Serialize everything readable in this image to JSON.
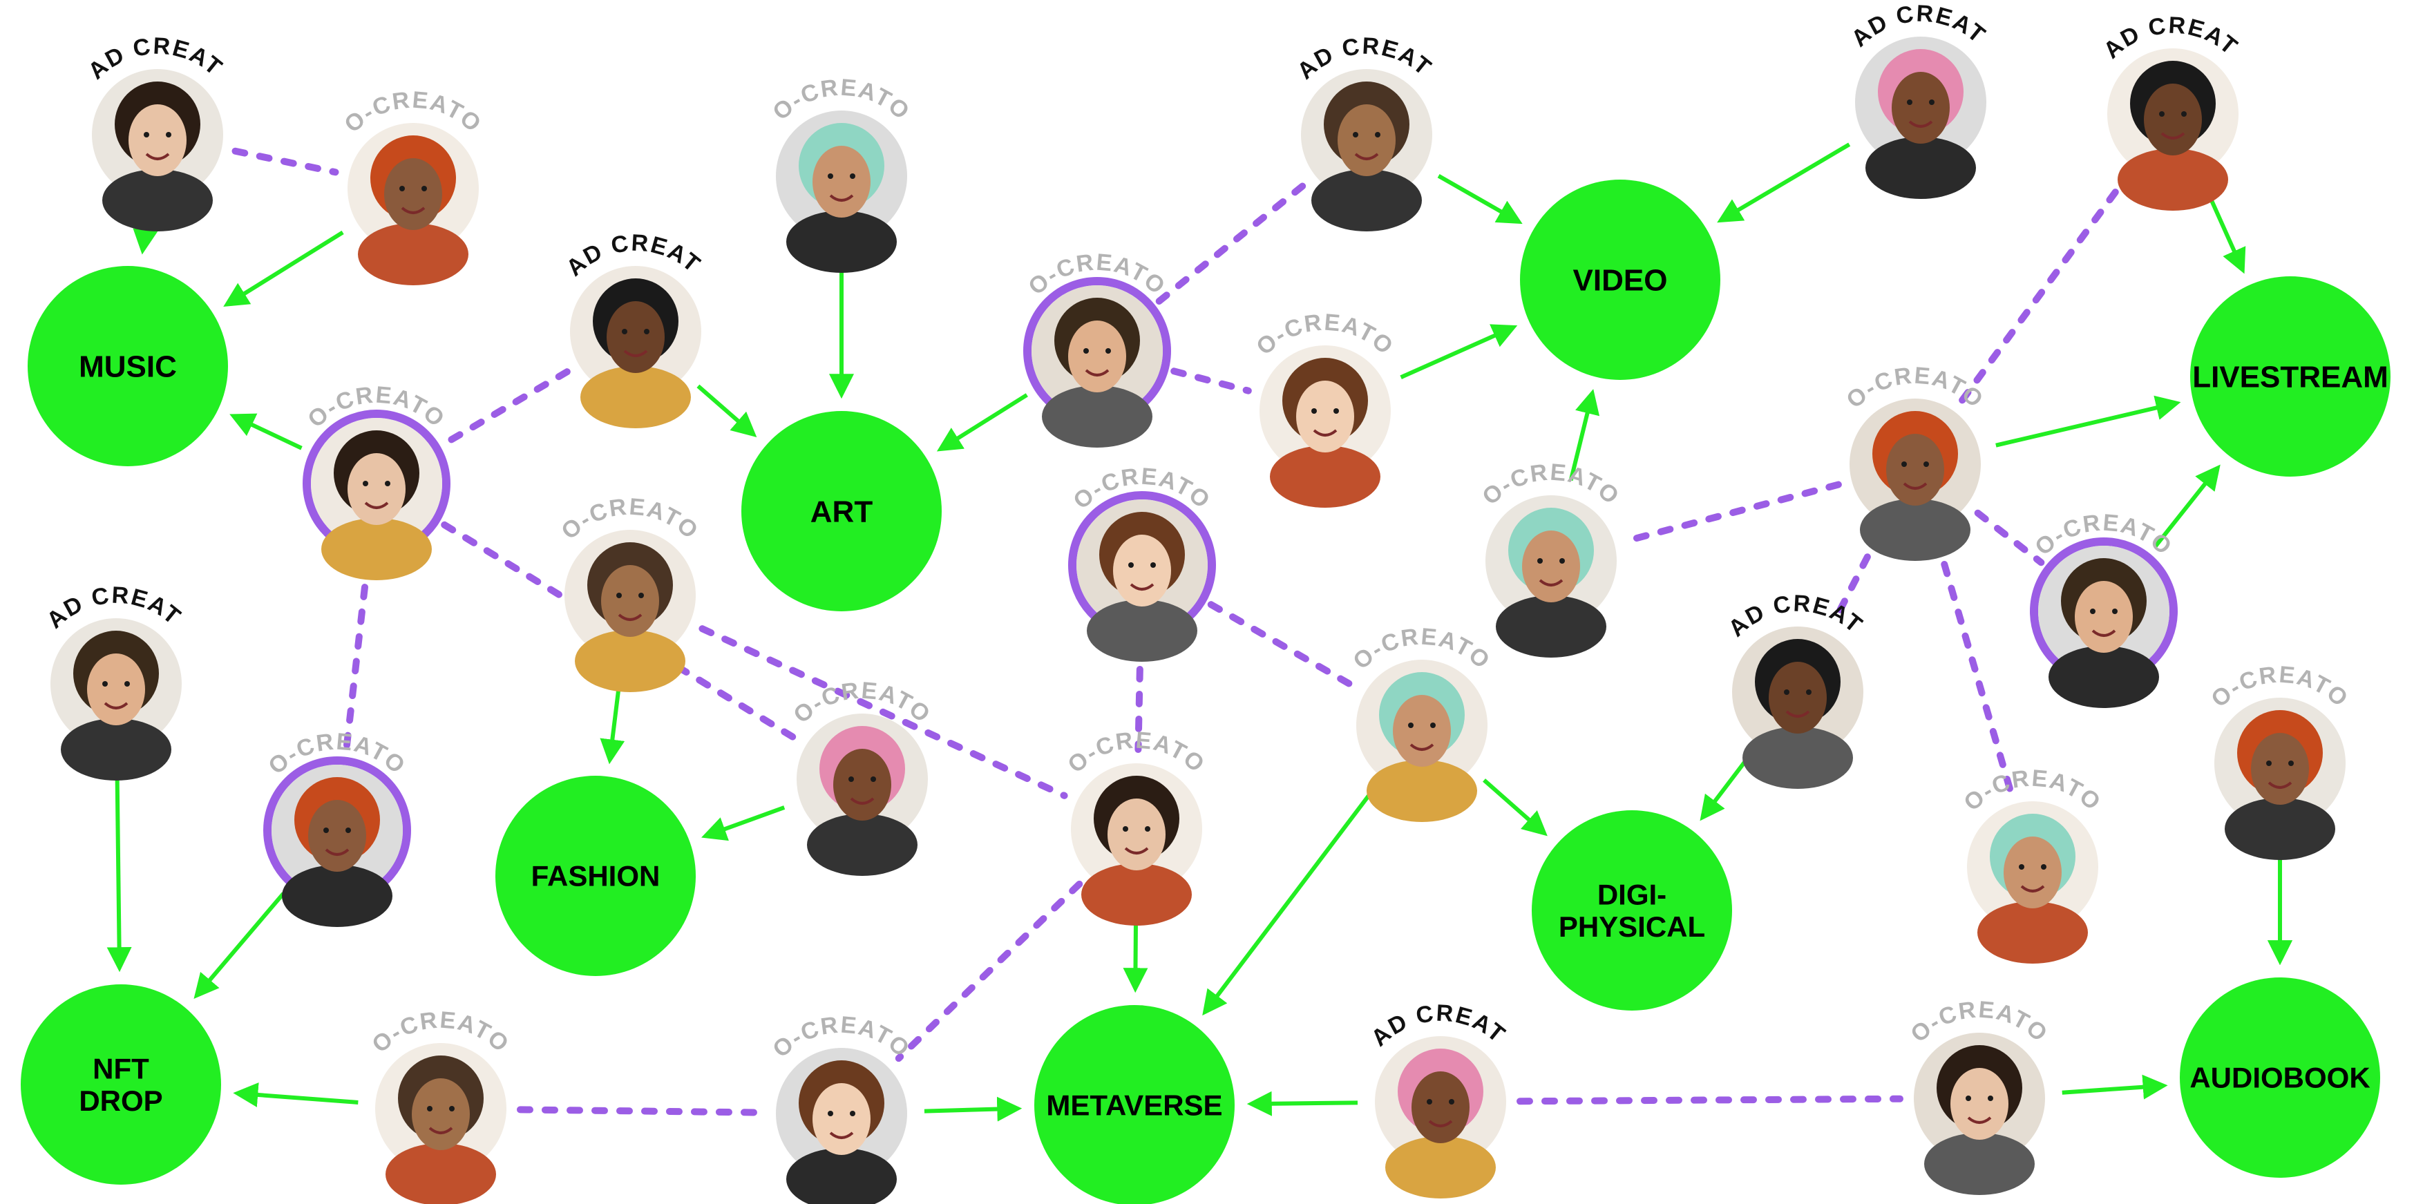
{
  "colors": {
    "accent": "#22ee22",
    "dashed_link": "#9b5de5",
    "lead_text": "#111111",
    "co_text": "#b3b3b3",
    "ring": "#9b5de5"
  },
  "hubs": [
    {
      "id": "music",
      "lines": [
        "MUSIC"
      ]
    },
    {
      "id": "art",
      "lines": [
        "ART"
      ]
    },
    {
      "id": "video",
      "lines": [
        "VIDEO"
      ]
    },
    {
      "id": "livestream",
      "lines": [
        "LIVESTREAM"
      ]
    },
    {
      "id": "fashion",
      "lines": [
        "FASHION"
      ]
    },
    {
      "id": "digiphysical",
      "lines": [
        "DIGI-",
        "PHYSICAL"
      ]
    },
    {
      "id": "nftdrop",
      "lines": [
        "NFT",
        "DROP"
      ]
    },
    {
      "id": "metaverse",
      "lines": [
        "METAVERSE"
      ]
    },
    {
      "id": "audiobook",
      "lines": [
        "AUDIOBOOK"
      ]
    }
  ],
  "people": [
    {
      "id": "p1",
      "role": "LEAD CREATOR",
      "ringed": false
    },
    {
      "id": "p2",
      "role": "CO-CREATOR",
      "ringed": false
    },
    {
      "id": "p3",
      "role": "CO-CREATOR",
      "ringed": false
    },
    {
      "id": "p4",
      "role": "LEAD CREATOR",
      "ringed": false
    },
    {
      "id": "p5",
      "role": "CO-CREATOR",
      "ringed": true
    },
    {
      "id": "p6",
      "role": "LEAD CREATOR",
      "ringed": false
    },
    {
      "id": "p7",
      "role": "CO-CREATOR",
      "ringed": false
    },
    {
      "id": "p8",
      "role": "LEAD CREATOR",
      "ringed": false
    },
    {
      "id": "p9",
      "role": "CO-CREATOR",
      "ringed": true
    },
    {
      "id": "p10",
      "role": "CO-CREATOR",
      "ringed": false
    },
    {
      "id": "p11",
      "role": "CO-CREATOR",
      "ringed": false
    },
    {
      "id": "p12",
      "role": "LEAD CREATOR",
      "ringed": false
    },
    {
      "id": "p13",
      "role": "CO-CREATOR",
      "ringed": true
    },
    {
      "id": "p14",
      "role": "CO-CREATOR",
      "ringed": false
    },
    {
      "id": "p15",
      "role": "CO-CREATOR",
      "ringed": true
    },
    {
      "id": "p16",
      "role": "CO-CREATOR",
      "ringed": false
    },
    {
      "id": "p17",
      "role": "CO-CREATOR",
      "ringed": false
    },
    {
      "id": "p18",
      "role": "CO-CREATOR",
      "ringed": true
    },
    {
      "id": "p19",
      "role": "CO-CREATOR",
      "ringed": false
    },
    {
      "id": "p20",
      "role": "LEAD CREATOR",
      "ringed": false
    },
    {
      "id": "p21",
      "role": "LEAD CREATOR",
      "ringed": false
    },
    {
      "id": "p22",
      "role": "CO-CREATOR",
      "ringed": false
    },
    {
      "id": "p23",
      "role": "CO-CREATOR",
      "ringed": false
    },
    {
      "id": "p24",
      "role": "LEAD CREATOR",
      "ringed": false
    },
    {
      "id": "p25",
      "role": "CO-CREATOR",
      "ringed": false
    },
    {
      "id": "p26",
      "role": "CO-CREATOR",
      "ringed": false
    }
  ],
  "arrows": [
    [
      "p1",
      "music"
    ],
    [
      "p2",
      "music"
    ],
    [
      "p3",
      "art"
    ],
    [
      "p4",
      "art"
    ],
    [
      "p5",
      "art"
    ],
    [
      "p9",
      "music"
    ],
    [
      "p6",
      "video"
    ],
    [
      "p7",
      "video"
    ],
    [
      "p8",
      "video"
    ],
    [
      "p11",
      "video"
    ],
    [
      "p10",
      "livestream"
    ],
    [
      "p12",
      "livestream"
    ],
    [
      "p13",
      "livestream"
    ],
    [
      "p14",
      "fashion"
    ],
    [
      "p16",
      "fashion"
    ],
    [
      "p19",
      "digiphysical"
    ],
    [
      "p20",
      "digiphysical"
    ],
    [
      "p19",
      "metaverse"
    ],
    [
      "p17",
      "metaverse"
    ],
    [
      "p21",
      "nftdrop"
    ],
    [
      "p18",
      "nftdrop"
    ],
    [
      "p22",
      "nftdrop"
    ],
    [
      "p23",
      "metaverse"
    ],
    [
      "p24",
      "metaverse"
    ],
    [
      "p25",
      "audiobook"
    ],
    [
      "p26",
      "audiobook"
    ],
    [
      "p21b",
      "audiobook"
    ]
  ],
  "dashed": [
    [
      "p1",
      "p2"
    ],
    [
      "p4",
      "p9"
    ],
    [
      "p9",
      "p16"
    ],
    [
      "p9",
      "p18"
    ],
    [
      "p5",
      "p6"
    ],
    [
      "p5",
      "p7"
    ],
    [
      "p15",
      "p17"
    ],
    [
      "p15",
      "p19"
    ],
    [
      "p14",
      "p17"
    ],
    [
      "p17",
      "p23"
    ],
    [
      "p22",
      "p23"
    ],
    [
      "p24",
      "p25"
    ],
    [
      "p10",
      "p13"
    ],
    [
      "p10",
      "p11"
    ],
    [
      "p10",
      "p12"
    ],
    [
      "p10",
      "p20"
    ],
    [
      "p10",
      "p25b"
    ]
  ]
}
